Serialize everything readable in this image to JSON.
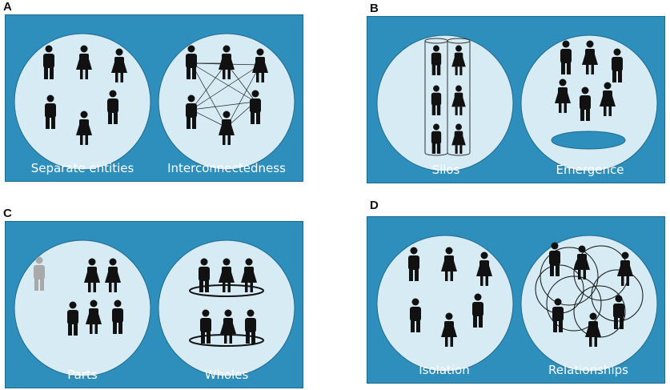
{
  "panels": {
    "a": {
      "letter": "A",
      "left_label": "Separate entities",
      "right_label": "Interconnectedness"
    },
    "b": {
      "letter": "B",
      "left_label": "Silos",
      "right_label": "Emergence"
    },
    "c": {
      "letter": "C",
      "left_label": "Parts",
      "right_label": "Wholes"
    },
    "d": {
      "letter": "D",
      "left_label": "Isolation",
      "right_label": "Relationships"
    }
  },
  "colors": {
    "panel_bg": "#2e8fbd",
    "circle_fill": "#d6ebf3",
    "figure": "#111111",
    "figure_faded": "#a9a9a9",
    "blob": "#2e8fbd"
  }
}
